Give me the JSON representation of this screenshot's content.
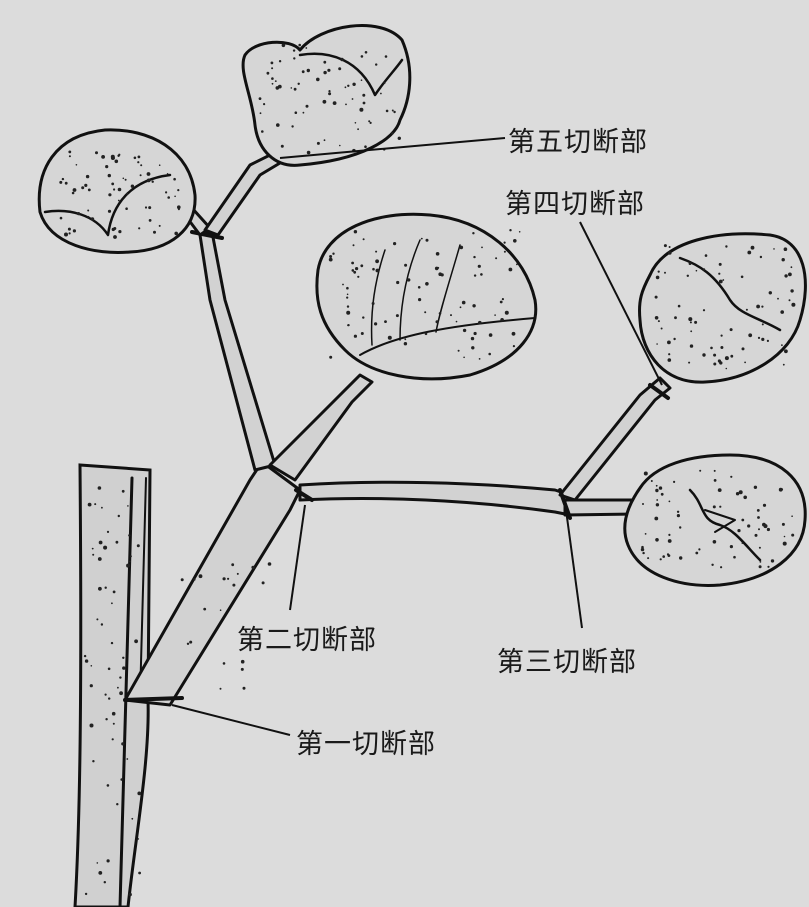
{
  "labels": {
    "cut1": "第一切断部",
    "cut2": "第二切断部",
    "cut3": "第三切断部",
    "cut4": "第四切断部",
    "cut5": "第五切断部"
  }
}
